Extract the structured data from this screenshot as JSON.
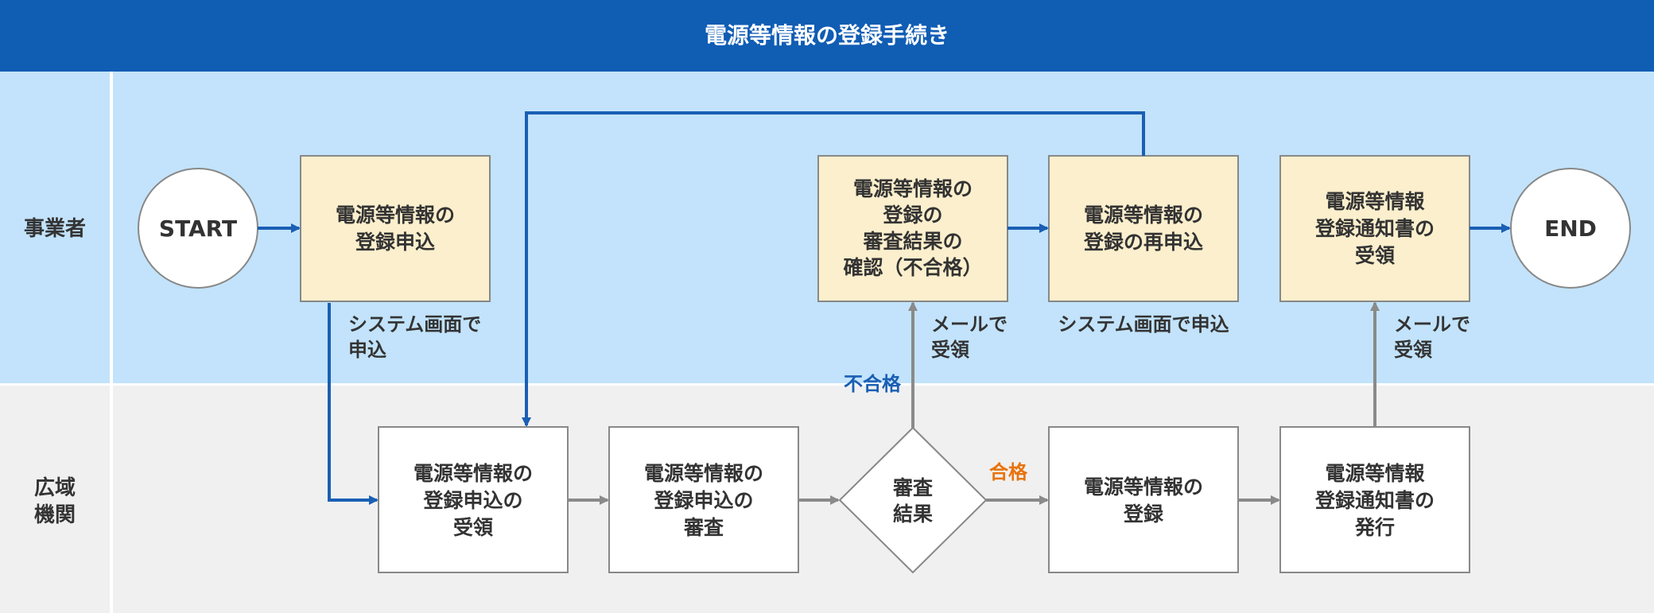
{
  "title": "電源等情報の登録手続き",
  "lanes": {
    "operator": "事業者",
    "org_line1": "広域",
    "org_line2": "機関"
  },
  "nodes": {
    "start": "START",
    "end": "END",
    "apply": [
      "電源等情報の",
      "登録申込"
    ],
    "confirm_fail": [
      "電源等情報の",
      "登録の",
      "審査結果の",
      "確認（不合格）"
    ],
    "reapply": [
      "電源等情報の",
      "登録の再申込"
    ],
    "receive_notice": [
      "電源等情報",
      "登録通知書の",
      "受領"
    ],
    "receive_app": [
      "電源等情報の",
      "登録申込の",
      "受領"
    ],
    "review": [
      "電源等情報の",
      "登録申込の",
      "審査"
    ],
    "result": [
      "審査",
      "結果"
    ],
    "register": [
      "電源等情報の",
      "登録"
    ],
    "issue_notice": [
      "電源等情報",
      "登録通知書の",
      "発行"
    ]
  },
  "labels": {
    "via_system_1": [
      "システム画面で",
      "申込"
    ],
    "via_system_2": "システム画面で申込",
    "by_mail_1": [
      "メールで",
      "受領"
    ],
    "by_mail_2": [
      "メールで",
      "受領"
    ],
    "fail": "不合格",
    "pass": "合格"
  },
  "colors": {
    "header_bg": "#105db4",
    "lane_operator_bg": "#c2e3fb",
    "lane_org_bg": "#f0f0f0",
    "operator_box": "#fcefcd",
    "org_box": "#ffffff",
    "blue_arrow": "#1a5fb4",
    "gray_arrow": "#8a8a8a",
    "fail_text": "#1a5fb4",
    "pass_text": "#e8730c",
    "text": "#333333"
  }
}
